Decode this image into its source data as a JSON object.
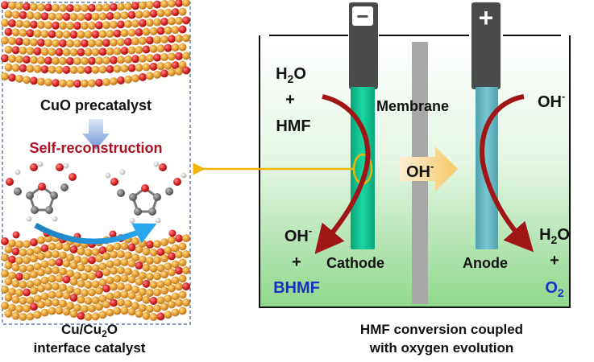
{
  "left_panel": {
    "precatalyst_label": "CuO precatalyst",
    "process_label": "Self-reconstruction",
    "caption": {
      "line1_main": "Cu/Cu",
      "line1_sub": "2",
      "line1_end": "O",
      "line2": "interface catalyst"
    }
  },
  "cell": {
    "cathode_sign": "−",
    "anode_sign": "+",
    "membrane_label": "Membrane",
    "cathode_label": "Cathode",
    "anode_label": "Anode",
    "ion_arrow": {
      "base": "OH",
      "sup": "-"
    },
    "cathode_reactants": {
      "h2o_main": "H",
      "h2o_sub": "2",
      "h2o_end": "O",
      "plus": "+",
      "hmf": "HMF"
    },
    "cathode_products": {
      "oh_base": "OH",
      "oh_sup": "-",
      "plus": "+",
      "bhmf": "BHMF"
    },
    "anode_reactant": {
      "base": "OH",
      "sup": "-"
    },
    "anode_products": {
      "h2o_main": "H",
      "h2o_sub": "2",
      "h2o_end": "O",
      "plus": "+",
      "o2_main": "O",
      "o2_sub": "2"
    },
    "caption": {
      "line1": "HMF conversion coupled",
      "line2": "with oxygen evolution"
    }
  },
  "colors": {
    "product_blue": "#1a2fc8",
    "process_red": "#b01020",
    "cathode_green": "#10c995",
    "anode_teal": "#62b8c4",
    "connector_yellow": "#f0b400",
    "curved_arrow_red": "#a01515",
    "electrode_dark": "#4a4a4a",
    "membrane_gray": "#a8a8a8"
  }
}
